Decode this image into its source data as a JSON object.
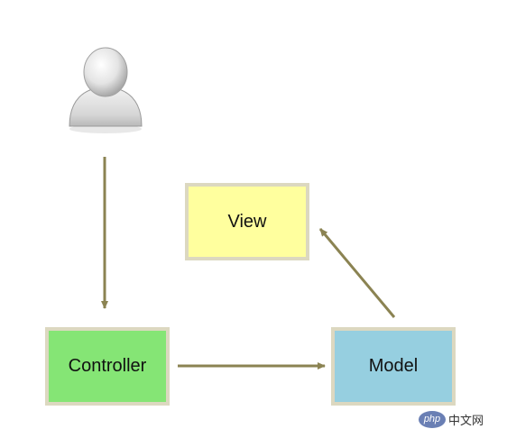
{
  "diagram": {
    "nodes": {
      "view": "View",
      "controller": "Controller",
      "model": "Model"
    },
    "edges": [
      {
        "from": "user",
        "to": "controller"
      },
      {
        "from": "controller",
        "to": "model"
      },
      {
        "from": "model",
        "to": "view"
      }
    ],
    "colors": {
      "edge": "#8b8352",
      "view_fill": "#ffff9e",
      "controller_fill": "#85e575",
      "model_fill": "#96cfe0",
      "box_border": "#dcd8c0"
    },
    "user_icon": "user-avatar-icon"
  },
  "watermark": {
    "logo": "php",
    "text": "中文网"
  }
}
